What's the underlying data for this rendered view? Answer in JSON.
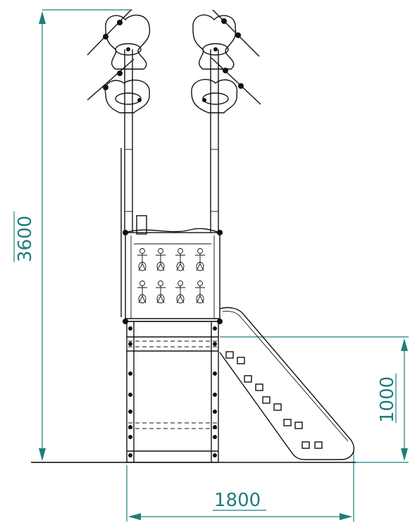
{
  "dimensions": {
    "height_total": "3600",
    "height_platform": "1000",
    "width_total": "1800"
  },
  "colors": {
    "dimension": "#1f7d7d",
    "line": "#111111",
    "background": "#ffffff"
  }
}
